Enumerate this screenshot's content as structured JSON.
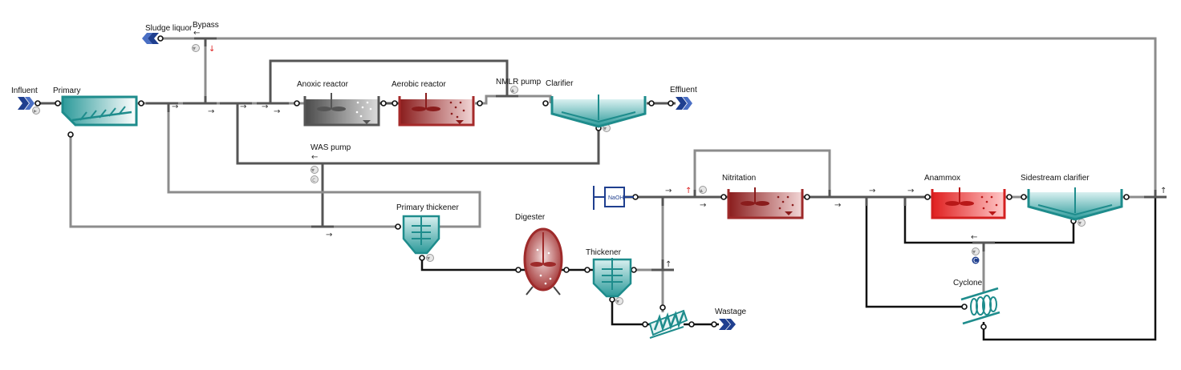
{
  "labels": {
    "influent": "Influent",
    "primary": "Primary",
    "sludge_liquor": "Sludge liquor",
    "bypass": "Bypass",
    "anoxic_reactor": "Anoxic reactor",
    "aerobic_reactor": "Aerobic reactor",
    "nmlr_pump": "NMLR pump",
    "clarifier": "Clarifier",
    "effluent": "Effluent",
    "was_pump": "WAS pump",
    "primary_thickener": "Primary thickener",
    "digester": "Digester",
    "thickener": "Thickener",
    "wastage": "Wastage",
    "naoh": "NaOH",
    "nitritation": "Nitritation",
    "anammox": "Anammox",
    "sidestream_clarifier": "Sidestream clarifier",
    "cyclone": "Cyclone"
  },
  "colors": {
    "teal": "#1e8c8c",
    "anoxic": "#6e6e6e",
    "aerobic": "#a52a2a",
    "anammox": "#e83232",
    "nitritation": "#9e2a2a",
    "navy": "#1f3f8f",
    "pipe_gray": "#8c8c8c",
    "pipe_dark": "#555555",
    "pipe_black": "#111111"
  }
}
